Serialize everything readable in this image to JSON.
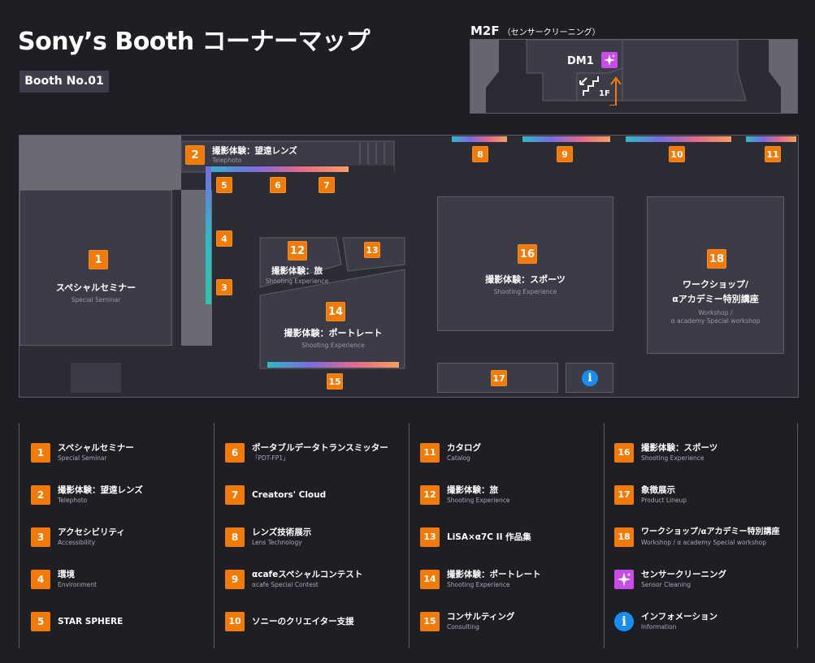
{
  "title": "Sony’s Booth コーナーマップ",
  "booth_no": "Booth No.01",
  "m2f": {
    "title": "M2F",
    "subtitle": "（センサークリーニング）",
    "dm_label": "DM1",
    "stairs_label": "1F"
  },
  "map": {
    "zones": {
      "z1": {
        "num": "1",
        "jp": "スペシャルセミナー",
        "en": "Special Seminar"
      },
      "z2": {
        "num": "2",
        "jp": "撮影体験：望遠レンズ",
        "en": "Telephoto"
      },
      "z12": {
        "num": "12",
        "jp": "撮影体験：旅",
        "en": "Shooting Experience"
      },
      "z13": {
        "num": "13"
      },
      "z14": {
        "num": "14",
        "jp": "撮影体験：ポートレート",
        "en": "Shooting Experience"
      },
      "z16": {
        "num": "16",
        "jp": "撮影体験：スポーツ",
        "en": "Shooting Experience"
      },
      "z18": {
        "num": "18",
        "jp": "ワークショップ/",
        "jp2": "αアカデミー特別講座",
        "en": "Workshop /",
        "en2": "α academy Special workshop"
      },
      "z17": {
        "num": "17"
      }
    },
    "markers": [
      "3",
      "4",
      "5",
      "6",
      "7",
      "8",
      "9",
      "10",
      "11",
      "15"
    ]
  },
  "legend": {
    "col1": [
      {
        "num": "1",
        "jp": "スペシャルセミナー",
        "en": "Special Seminar"
      },
      {
        "num": "2",
        "jp": "撮影体験：望遠レンズ",
        "en": "Telephoto"
      },
      {
        "num": "3",
        "jp": "アクセシビリティ",
        "en": "Accessibility"
      },
      {
        "num": "4",
        "jp": "環境",
        "en": "Environment"
      },
      {
        "num": "5",
        "jp": "STAR SPHERE",
        "en": ""
      }
    ],
    "col2": [
      {
        "num": "6",
        "jp": "ポータブルデータトランスミッター",
        "en": "「PDT-FP1」"
      },
      {
        "num": "7",
        "jp": "Creators' Cloud",
        "en": ""
      },
      {
        "num": "8",
        "jp": "レンズ技術展示",
        "en": "Lens Technology"
      },
      {
        "num": "9",
        "jp": "αcafeスペシャルコンテスト",
        "en": "αcafe Special Contest"
      },
      {
        "num": "10",
        "jp": "ソニーのクリエイター支援",
        "en": ""
      }
    ],
    "col3": [
      {
        "num": "11",
        "jp": "カタログ",
        "en": "Catalog"
      },
      {
        "num": "12",
        "jp": "撮影体験：旅",
        "en": "Shooting Experience"
      },
      {
        "num": "13",
        "jp": "LiSA×α7C II 作品集",
        "en": ""
      },
      {
        "num": "14",
        "jp": "撮影体験：ポートレート",
        "en": "Shooting Experience"
      },
      {
        "num": "15",
        "jp": "コンサルティング",
        "en": "Consulting"
      }
    ],
    "col4": [
      {
        "num": "16",
        "jp": "撮影体験：スポーツ",
        "en": "Shooting Experience"
      },
      {
        "num": "17",
        "jp": "象徴展示",
        "en": "Product Lineup"
      },
      {
        "num": "18",
        "jp": "ワークショップ/αアカデミー特別講座",
        "en": "Workshop / α academy Special workshop"
      },
      {
        "icon": "sparkle-icon",
        "jp": "センサークリーニング",
        "en": "Sensor Cleaning"
      },
      {
        "icon": "info-icon",
        "jp": "インフォメーション",
        "en": "Information"
      }
    ]
  },
  "colors": {
    "background": "#1e1e25",
    "badge": "#f27b07",
    "sparkle": "#c84ce8",
    "info": "#1a8cf0",
    "zone": "#3b3c47"
  }
}
